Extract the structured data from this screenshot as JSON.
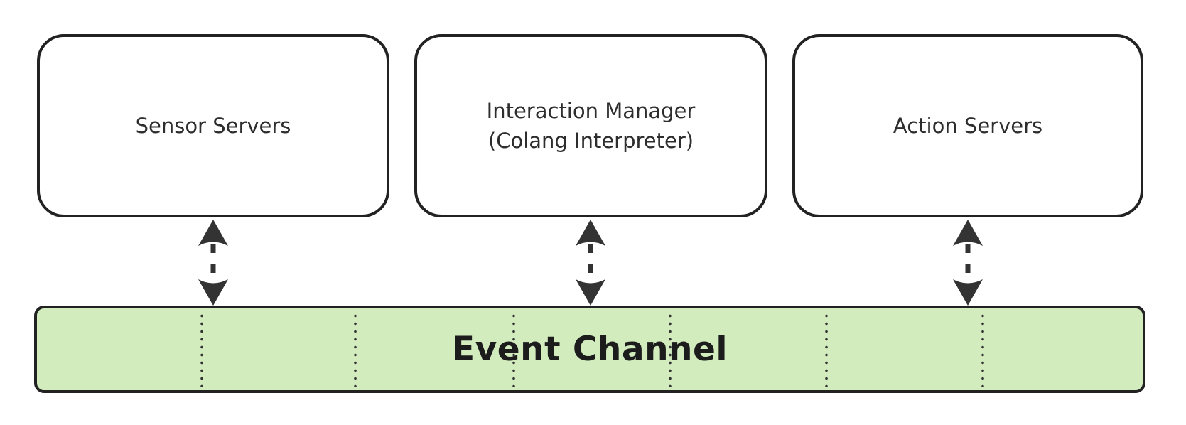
{
  "diagram": {
    "boxes": [
      {
        "id": "sensor-servers",
        "lines": [
          "Sensor Servers"
        ]
      },
      {
        "id": "interaction-manager",
        "lines": [
          "Interaction Manager",
          "(Colang Interpreter)"
        ]
      },
      {
        "id": "action-servers",
        "lines": [
          "Action Servers"
        ]
      }
    ],
    "event_channel": {
      "label": "Event Channel"
    },
    "arrows": [
      {
        "name": "sensor-servers-event-channel-arrow",
        "type": "bidirectional-dashed"
      },
      {
        "name": "interaction-manager-event-channel-arrow",
        "type": "bidirectional-dashed"
      },
      {
        "name": "action-servers-event-channel-arrow",
        "type": "bidirectional-dashed"
      }
    ],
    "colors": {
      "background": "#ffffff",
      "node_fill": "#ffffff",
      "node_border": "#222222",
      "node_text": "#2d2d2d",
      "channel_fill": "#d2ecbe",
      "channel_border": "#222222",
      "channel_text": "#1c1c1c",
      "arrow": "#333333",
      "divider_dots": "#333333"
    }
  }
}
